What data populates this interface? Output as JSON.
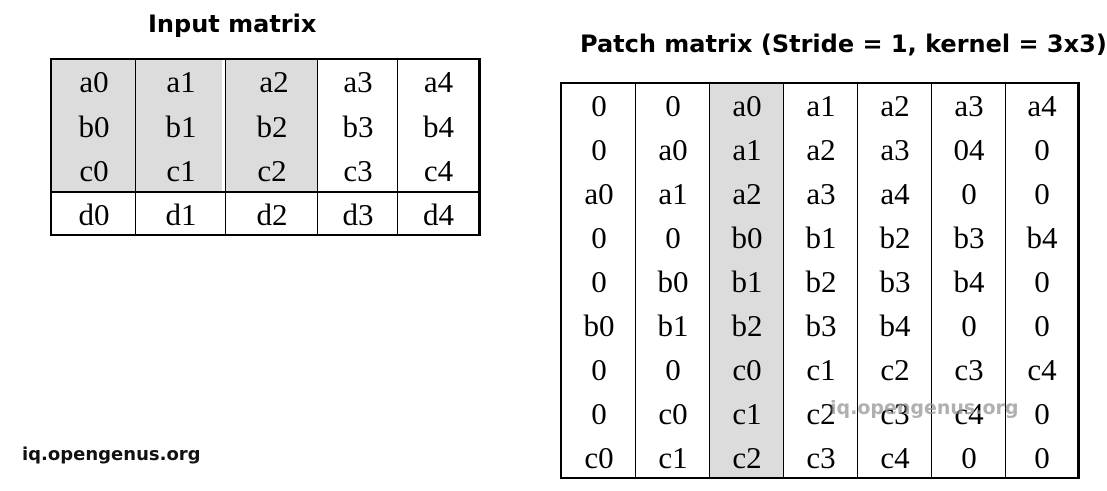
{
  "input_matrix": {
    "title": "Input matrix",
    "highlight_color": "#dcdcdc",
    "rows": [
      [
        "a0",
        "a1",
        "a2",
        "a3",
        "a4"
      ],
      [
        "b0",
        "b1",
        "b2",
        "b3",
        "b4"
      ],
      [
        "c0",
        "c1",
        "c2",
        "c3",
        "c4"
      ],
      [
        "d0",
        "d1",
        "d2",
        "d3",
        "d4"
      ]
    ]
  },
  "patch_matrix": {
    "title": "Patch matrix (Stride = 1, kernel = 3x3)",
    "highlight_color": "#dcdcdc",
    "highlight_column_index": 2,
    "rows": [
      [
        "0",
        "0",
        "a0",
        "a1",
        "a2",
        "a3",
        "a4"
      ],
      [
        "0",
        "a0",
        "a1",
        "a2",
        "a3",
        "04",
        "0"
      ],
      [
        "a0",
        "a1",
        "a2",
        "a3",
        "a4",
        "0",
        "0"
      ],
      [
        "0",
        "0",
        "b0",
        "b1",
        "b2",
        "b3",
        "b4"
      ],
      [
        "0",
        "b0",
        "b1",
        "b2",
        "b3",
        "b4",
        "0"
      ],
      [
        "b0",
        "b1",
        "b2",
        "b3",
        "b4",
        "0",
        "0"
      ],
      [
        "0",
        "0",
        "c0",
        "c1",
        "c2",
        "c3",
        "c4"
      ],
      [
        "0",
        "c0",
        "c1",
        "c2",
        "c3",
        "c4",
        "0"
      ],
      [
        "c0",
        "c1",
        "c2",
        "c3",
        "c4",
        "0",
        "0"
      ]
    ]
  },
  "watermarks": {
    "bottom_left": "iq.opengenus.org",
    "overlay": "iq.opengenus.org"
  }
}
